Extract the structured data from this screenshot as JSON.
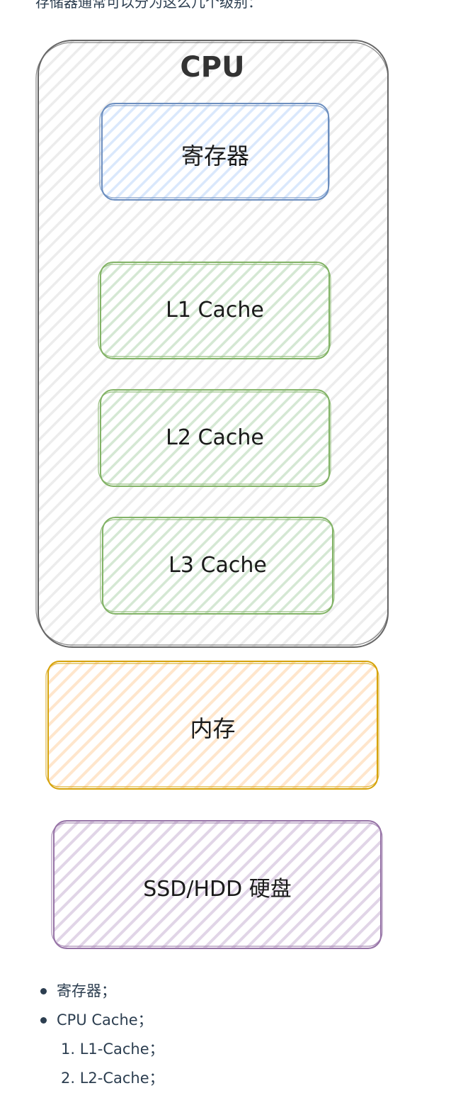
{
  "intro_text": "存储器通常可以分为这么几个级别：",
  "diagram": {
    "cpu": {
      "title": "CPU",
      "color": "#666666"
    },
    "boxes": {
      "registers": {
        "label": "寄存器",
        "stroke": "#6c8ebf",
        "fill": "#dae8fc"
      },
      "l1": {
        "label": "L1 Cache",
        "stroke": "#82b366",
        "fill": "#d5e8d4"
      },
      "l2": {
        "label": "L2 Cache",
        "stroke": "#82b366",
        "fill": "#d5e8d4"
      },
      "l3": {
        "label": "L3 Cache",
        "stroke": "#82b366",
        "fill": "#d5e8d4"
      },
      "memory": {
        "label": "内存",
        "stroke": "#d6a30a",
        "fill": "#ffe6cc"
      },
      "disk": {
        "label": "SSD/HDD 硬盘",
        "stroke": "#9673a6",
        "fill": "#e1d5e7"
      }
    }
  },
  "list": {
    "items": [
      "寄存器；",
      "CPU Cache；"
    ],
    "sub_items": [
      "1. L1-Cache；",
      "2. L2-Cache；"
    ]
  }
}
